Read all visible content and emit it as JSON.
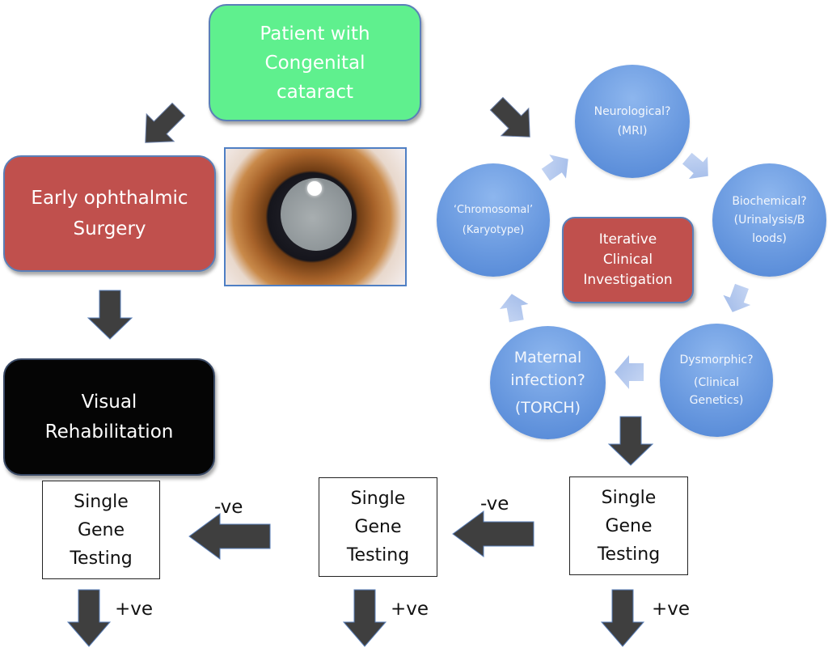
{
  "nodes": {
    "patient": {
      "lines": [
        "Patient with",
        "Congenital",
        "cataract"
      ],
      "color": "#5ff08e"
    },
    "surgery": {
      "lines": [
        "Early ophthalmic",
        "Surgery"
      ],
      "color": "#c0504d"
    },
    "rehab": {
      "lines": [
        "Visual",
        "Rehabilitation"
      ],
      "color": "#050505"
    },
    "iterative": {
      "lines": [
        "Iterative",
        "Clinical",
        "Investigation"
      ],
      "color": "#c0504d"
    }
  },
  "photo": {
    "description": "Clinical photograph of eye with congenital cataract"
  },
  "cycle": [
    {
      "title": "Neurological?",
      "sub": "(MRI)"
    },
    {
      "title": "Biochemical?",
      "sub": "(Urinalysis/B loods)"
    },
    {
      "title": "Dysmorphic?",
      "sub": "(Clinical Genetics)"
    },
    {
      "title": "Maternal infection?",
      "sub": "(TORCH)"
    },
    {
      "title": "‘Chromosomal’",
      "sub": "(Karyotype)"
    }
  ],
  "gene_tests": [
    {
      "lines": [
        "Single",
        "Gene",
        "Testing"
      ]
    },
    {
      "lines": [
        "Single",
        "Gene",
        "Testing"
      ]
    },
    {
      "lines": [
        "Single",
        "Gene",
        "Testing"
      ]
    }
  ],
  "edge_labels": {
    "negative": "-ve",
    "positive": "+ve"
  },
  "colors": {
    "arrow_dark": "#3f3f3f",
    "arrow_light": "#b5c9ef",
    "circle": "#6a9ae0"
  }
}
